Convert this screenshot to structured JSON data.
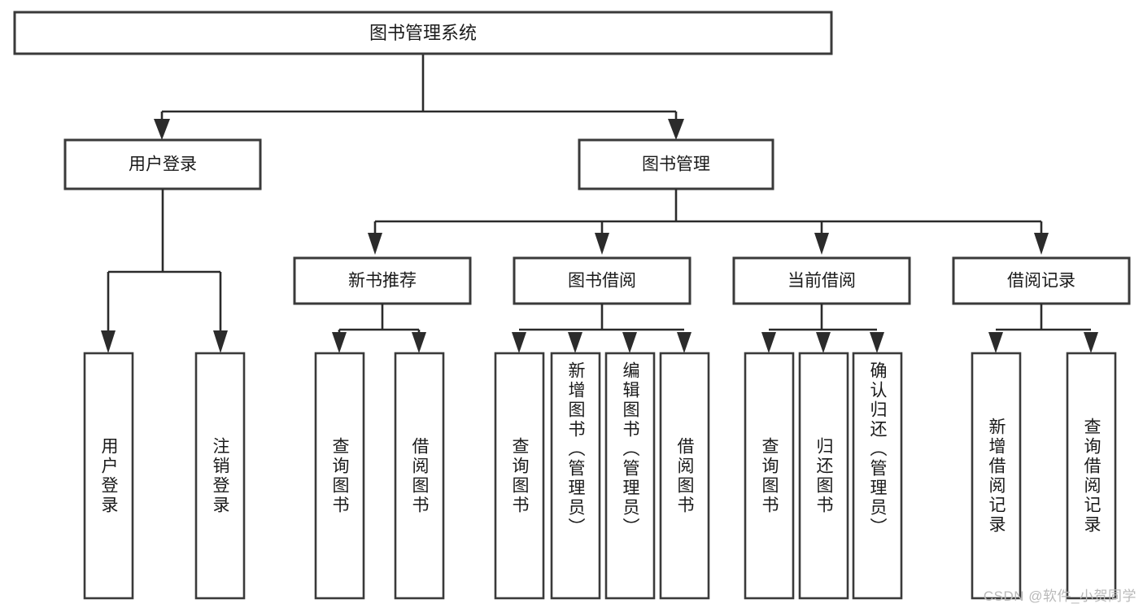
{
  "diagram": {
    "type": "tree-hierarchy",
    "title": "图书管理系统",
    "background_color": "#ffffff",
    "line_color": "#2b2b2b",
    "box_border_color": "#3a3a3a",
    "box_fill_color": "#ffffff",
    "text_color": "#1a1a1a"
  },
  "nodes": {
    "root": {
      "label": "图书管理系统"
    },
    "level1": [
      {
        "id": "user-login",
        "label": "用户登录"
      },
      {
        "id": "book-management",
        "label": "图书管理"
      }
    ],
    "level2": [
      {
        "id": "new-book-recommend",
        "label": "新书推荐"
      },
      {
        "id": "book-borrow",
        "label": "图书借阅"
      },
      {
        "id": "current-borrow",
        "label": "当前借阅"
      },
      {
        "id": "borrow-record",
        "label": "借阅记录"
      }
    ],
    "leaves": {
      "user_login": [
        {
          "id": "leaf-user-login",
          "label": "用户登录"
        },
        {
          "id": "leaf-logout-login",
          "label": "注销登录"
        }
      ],
      "new_book_recommend": [
        {
          "id": "leaf-query-book-1",
          "label": "查询图书"
        },
        {
          "id": "leaf-borrow-book-1",
          "label": "借阅图书"
        }
      ],
      "book_borrow": [
        {
          "id": "leaf-query-book-2",
          "label": "查询图书"
        },
        {
          "id": "leaf-add-book-admin",
          "label": "新增图书（管理员）"
        },
        {
          "id": "leaf-edit-book-admin",
          "label": "编辑图书（管理员）"
        },
        {
          "id": "leaf-borrow-book-2",
          "label": "借阅图书"
        }
      ],
      "current_borrow": [
        {
          "id": "leaf-query-book-3",
          "label": "查询图书"
        },
        {
          "id": "leaf-return-book",
          "label": "归还图书"
        },
        {
          "id": "leaf-confirm-return-admin",
          "label": "确认归还（管理员）"
        }
      ],
      "borrow_record": [
        {
          "id": "leaf-add-borrow-record",
          "label": "新增借阅记录"
        },
        {
          "id": "leaf-query-borrow-record",
          "label": "查询借阅记录"
        }
      ]
    }
  },
  "watermark": {
    "text": "CSDN @软件_小贺同学"
  }
}
